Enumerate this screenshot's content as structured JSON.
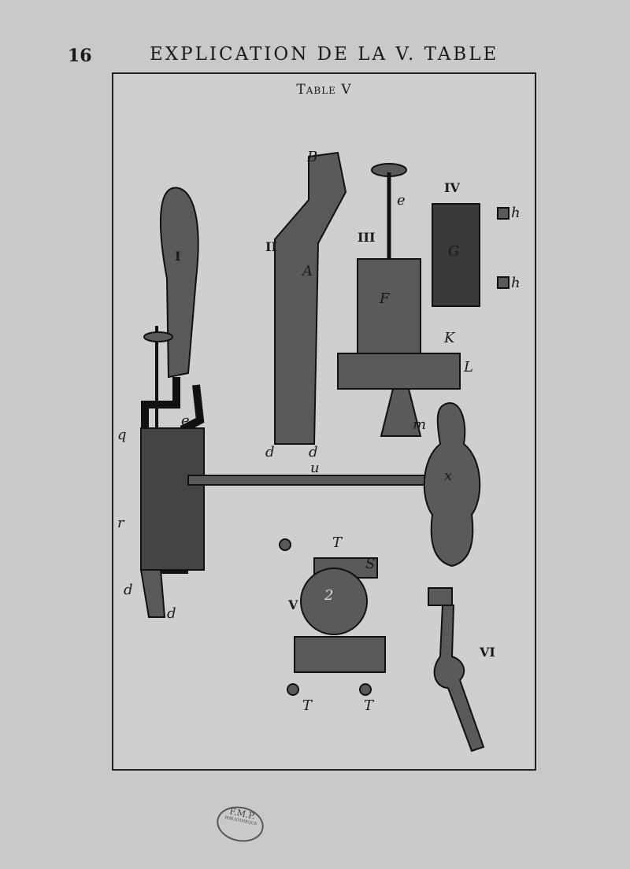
{
  "header": {
    "page_number": "16",
    "running_title": "EXPLICATION DE LA V. TABLE"
  },
  "plate": {
    "title": "Table V",
    "figure_numbers": [
      "I",
      "II",
      "III",
      "IV",
      "V",
      "VI"
    ],
    "letters": {
      "B": "B",
      "A": "A",
      "e1": "e",
      "F": "F",
      "G": "G",
      "h1": "h",
      "h2": "h",
      "K": "K",
      "L": "L",
      "m": "m",
      "d1": "d",
      "d2": "d",
      "d3": "d",
      "d4": "d",
      "q": "q",
      "e2": "e",
      "r": "r",
      "u": "u",
      "x": "x",
      "S": "S",
      "T1": "T",
      "T2": "T",
      "T3": "T",
      "two": "2"
    }
  },
  "stamp": {
    "text": "F.M.P.",
    "subtext": "BIBLIOTHÈQUE"
  }
}
